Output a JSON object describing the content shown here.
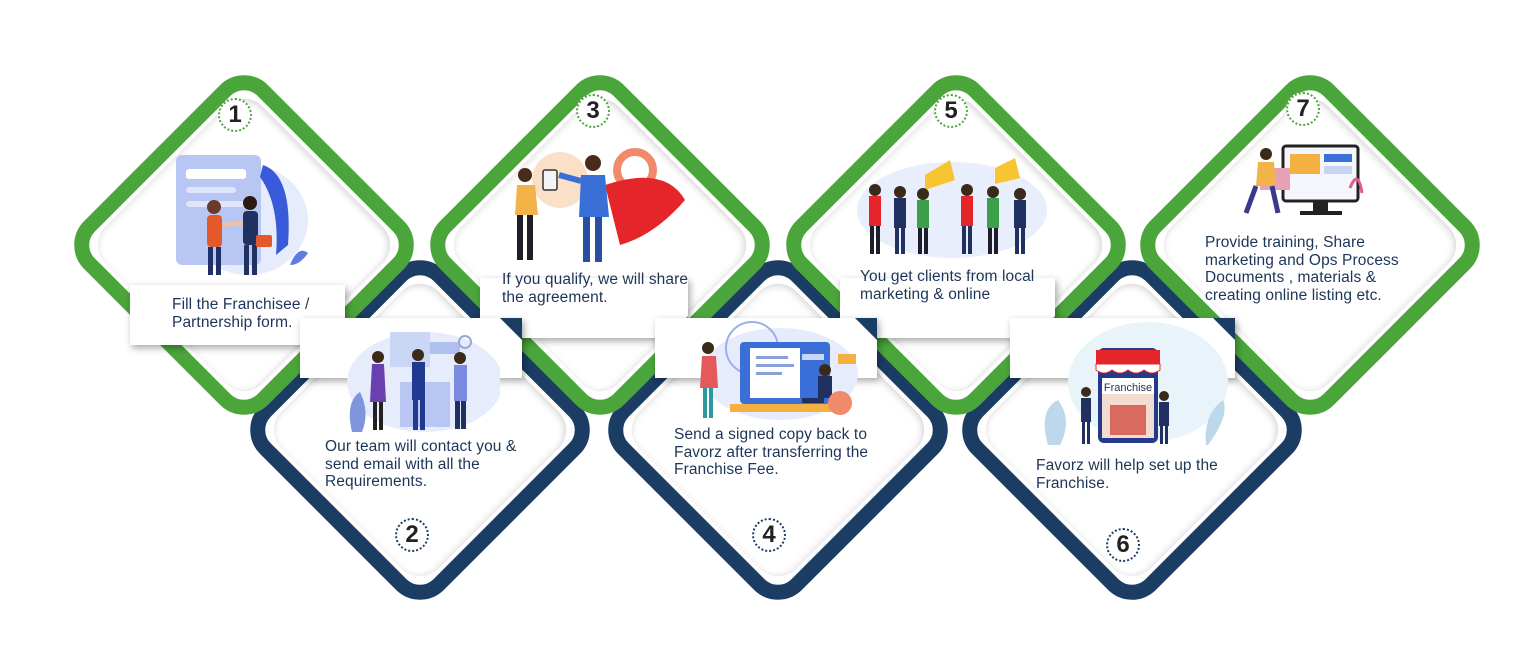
{
  "steps": [
    {
      "number": "1",
      "text": "Fill the Franchisee / Partnership form.",
      "illustration": "handshake-form-icon"
    },
    {
      "number": "2",
      "text": "Our team will contact you & send email with all the Requirements.",
      "illustration": "team-office-icon"
    },
    {
      "number": "3",
      "text": "If you qualify, we will share the agreement.",
      "illustration": "superhero-agreement-icon"
    },
    {
      "number": "4",
      "text": "Send a signed copy back to Favorz after transferring the Franchise Fee.",
      "illustration": "contract-monitor-icon"
    },
    {
      "number": "5",
      "text": "You get clients from local marketing & online",
      "illustration": "thumbs-up-crowd-icon"
    },
    {
      "number": "6",
      "text": "Favorz will help set up the Franchise.",
      "illustration": "franchise-store-icon",
      "sign": "Franchise"
    },
    {
      "number": "7",
      "text": "Provide training, Share marketing and Ops Process Documents , materials & creating online listing etc.",
      "illustration": "training-desktop-icon"
    }
  ],
  "colors": {
    "green": "#4aa63a",
    "navy": "#1b3d63",
    "text": "#1d3557"
  }
}
